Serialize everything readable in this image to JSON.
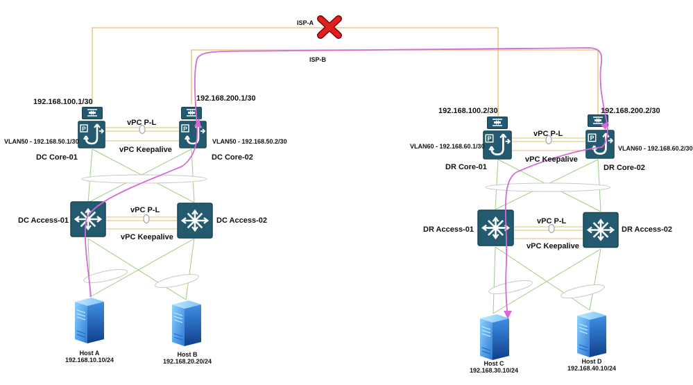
{
  "colors": {
    "isp_link": "#e8c98a",
    "mesh_link": "#9fcc83",
    "traffic_path": "#d868d8",
    "device_fill": "#235a6f",
    "device_icon": "#ffffff",
    "failure_mark": "#e02020",
    "server_light": "#6ec3ff",
    "server_dark": "#1f66c9"
  },
  "wan": {
    "isp_a_label": "ISP-A",
    "isp_b_label": "ISP-B",
    "isp_a_status": "failed"
  },
  "vpc_labels": {
    "peer_link": "vPC P-L",
    "keepalive": "vPC Keepalive"
  },
  "dc": {
    "core01": {
      "name": "DC Core-01",
      "wan_ip": "192.168.100.1/30",
      "vlan": "VLAN50 - 192.168.50.1/30",
      "icons": [
        "router-icon",
        "layer3-switch-icon"
      ]
    },
    "core02": {
      "name": "DC Core-02",
      "wan_ip": "192.168.200.1/30",
      "vlan": "VLAN50 - 192.168.50.2/30",
      "icons": [
        "router-icon",
        "layer3-switch-icon"
      ]
    },
    "access01": {
      "name": "DC Access-01",
      "icon": "switch-icon"
    },
    "access02": {
      "name": "DC Access-02",
      "icon": "switch-icon"
    },
    "host_a": {
      "name": "Host A",
      "ip": "192.168.10.10/24",
      "icon": "server-icon"
    },
    "host_b": {
      "name": "Host B",
      "ip": "192.168.20.20/24",
      "icon": "server-icon"
    }
  },
  "dr": {
    "core01": {
      "name": "DR Core-01",
      "wan_ip": "192.168.100.2/30",
      "vlan": "VLAN60 - 192.168.60.1/30",
      "icons": [
        "router-icon",
        "layer3-switch-icon"
      ]
    },
    "core02": {
      "name": "DR Core-02",
      "wan_ip": "192.168.200.2/30",
      "vlan": "VLAN60 - 192.168.60.2/30",
      "icons": [
        "router-icon",
        "layer3-switch-icon"
      ]
    },
    "access01": {
      "name": "DR Access-01",
      "icon": "switch-icon"
    },
    "access02": {
      "name": "DR Access-02",
      "icon": "switch-icon"
    },
    "host_c": {
      "name": "Host C",
      "ip": "192.168.30.10/24",
      "icon": "server-icon"
    },
    "host_d": {
      "name": "Host D",
      "ip": "192.168.40.10/24",
      "icon": "server-icon"
    }
  }
}
